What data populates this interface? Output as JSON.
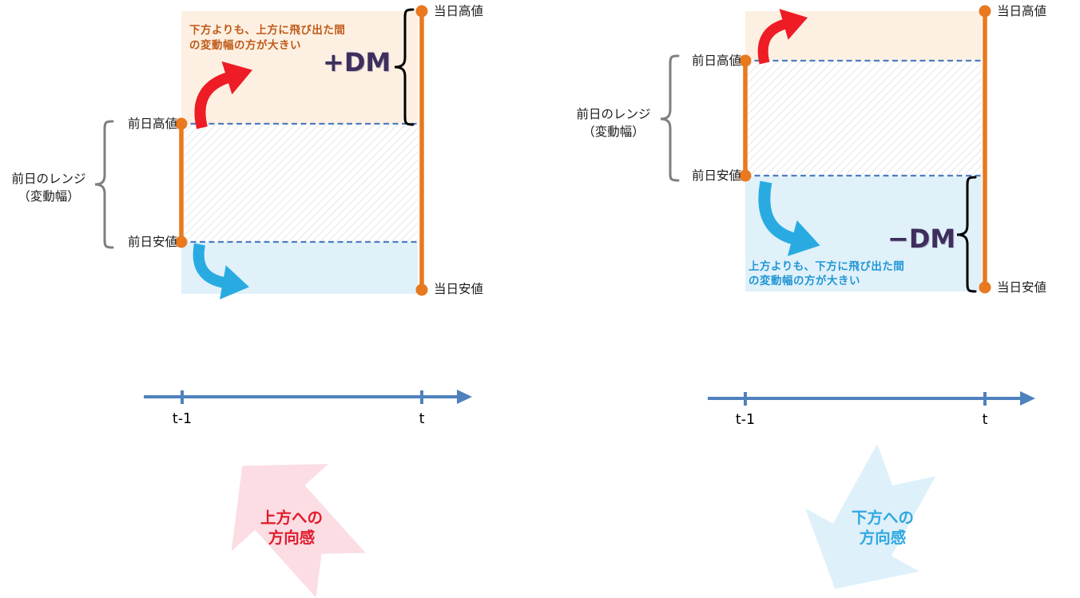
{
  "diagram_title": "directional-movement-dm-explainer",
  "colors": {
    "orange_line": "#e8791f",
    "cream_zone": "#fdf0e2",
    "light_blue_zone": "#e0f1fa",
    "dashed_line_blue": "#4d7ec0",
    "red_arrow": "#ee1c25",
    "blue_arrow": "#29abe2",
    "dm_text": "#3e2e5e",
    "note_orange": "#c05a18",
    "note_blue": "#2196d5",
    "pink_big_arrow": "#fbdde3",
    "blue_big_arrow": "#def0fa",
    "dir_red_text": "#e01b2c",
    "dir_blue_text": "#2fa7e1",
    "timeline_blue": "#4f81bd",
    "brace_gray": "#7f7f7f",
    "brace_black": "#000000",
    "hatch_gray": "#d9d9d9"
  },
  "panels": {
    "left": {
      "note_line1": "下方よりも、上方に飛び出た間",
      "note_line2": "の変動幅の方が大きい",
      "dm": "+DM",
      "today_high": "当日高値",
      "today_low": "当日安値",
      "prev_high": "前日高値",
      "prev_low": "前日安値",
      "range_line1": "前日のレンジ",
      "range_line2": "（変動幅）",
      "t_prev": "t-1",
      "t_now": "t",
      "dir_line1": "上方への",
      "dir_line2": "方向感"
    },
    "right": {
      "note_line1": "上方よりも、下方に飛び出た間",
      "note_line2": "の変動幅の方が大きい",
      "dm": "−DM",
      "today_high": "当日高値",
      "today_low": "当日安値",
      "prev_high": "前日高値",
      "prev_low": "前日安値",
      "range_line1": "前日のレンジ",
      "range_line2": "（変動幅）",
      "t_prev": "t-1",
      "t_now": "t",
      "dir_line1": "下方への",
      "dir_line2": "方向感"
    }
  }
}
